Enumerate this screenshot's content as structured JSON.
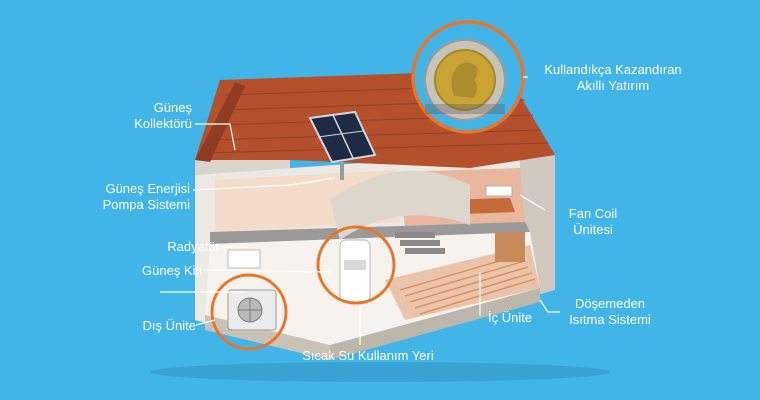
{
  "labels": {
    "gunes_kollektoru": [
      "Güneş",
      "Kollektörü"
    ],
    "pompa": [
      "Güneş Enerjisi",
      "Pompa Sistemi"
    ],
    "radyator": "Radyatör",
    "gunes_kiti": "Güneş Kiti",
    "dis_unite": "Dış Ünite",
    "sicak_su": "Sıcak Su Kullanım Yeri",
    "ic_unite": "İç Ünite",
    "doseme": [
      "Döşemeden",
      "Isıtma Sistemi"
    ],
    "fan_coil": [
      "Fan Coil",
      "Ünitesi"
    ],
    "yatirim": [
      "Kullandıkça Kazandıran",
      "Akıllı Yatırım"
    ]
  },
  "colors": {
    "background": "#41b4e8",
    "accent_orange": "#e8752a",
    "roof": "#b5502d",
    "wall": "#e6e2dc",
    "coin_ring": "#c7c3b8",
    "coin_center": "#c9a435"
  },
  "icons": [
    "turkish-lira-coin-icon",
    "solar-panel-icon",
    "heat-pump-icon",
    "outdoor-unit-icon"
  ]
}
